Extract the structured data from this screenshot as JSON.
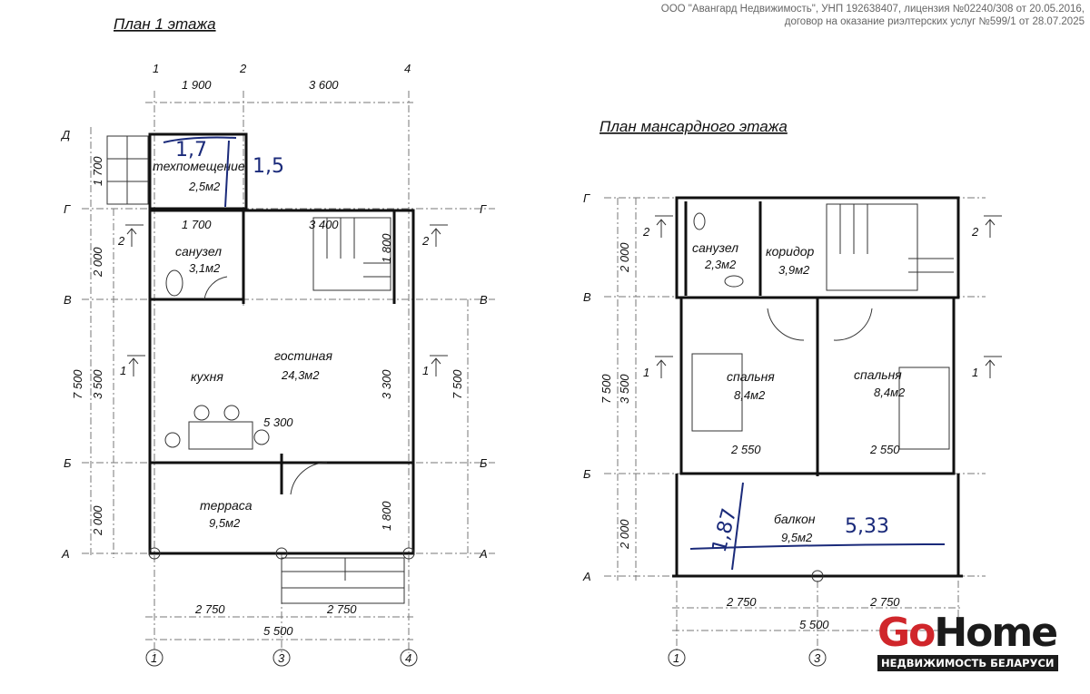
{
  "license": {
    "line1": "ООО \"Авангард Недвижимость\", УНП 192638407, лицензия №02240/308 от 20.05.2016,",
    "line2": "договор на оказание риэлтерских услуг №599/1 от 28.07.2025"
  },
  "floor1": {
    "title": "План 1 этажа",
    "axes": {
      "c1": "1",
      "c2": "2",
      "c3": "3",
      "c4": "4",
      "rD": "Д",
      "rG": "Г",
      "rV": "В",
      "rB": "Б",
      "rA": "А",
      "rG2": "Г",
      "rV2": "В",
      "rB2": "Б",
      "rA2": "А",
      "c1b": "1",
      "c3b": "3",
      "c4b": "4"
    },
    "dims": {
      "top1": "1 900",
      "top2": "3 600",
      "left_d": "1 700",
      "left_g": "2 000",
      "left_v": "3 500",
      "left_b": "2 000",
      "left_total": "7 500",
      "right_total": "7 500",
      "in_1700": "1 700",
      "in_3400": "3 400",
      "in_1800": "1 800",
      "in_3300": "3 300",
      "in_5300": "5 300",
      "in_1800b": "1 800",
      "bot1": "2 750",
      "bot2": "2 750",
      "bot_total": "5 500"
    },
    "sections": {
      "s2l": "2",
      "s2r": "2",
      "s1l": "1",
      "s1r": "1"
    },
    "rooms": [
      {
        "name": "техпомещение",
        "area": "2,5м2"
      },
      {
        "name": "санузел",
        "area": "3,1м2"
      },
      {
        "name": "гостиная",
        "area": "24,3м2"
      },
      {
        "name": "кухня",
        "area": ""
      },
      {
        "name": "терраса",
        "area": "9,5м2"
      }
    ],
    "handwritten": {
      "w": "1,7",
      "h": "1,5"
    }
  },
  "floor2": {
    "title": "План мансардного этажа",
    "axes": {
      "rG": "Г",
      "rV": "В",
      "rB": "Б",
      "rA": "А",
      "c1": "1",
      "c3": "3"
    },
    "dims": {
      "left_g": "2 000",
      "left_v": "3 500",
      "left_b": "2 000",
      "left_total": "7 500",
      "in_2550a": "2 550",
      "in_2550b": "2 550",
      "bot1": "2 750",
      "bot2": "2 750",
      "bot_total": "5 500"
    },
    "sections": {
      "s2l": "2",
      "s2r": "2",
      "s1l": "1",
      "s1r": "1"
    },
    "rooms": [
      {
        "name": "санузел",
        "area": "2,3м2"
      },
      {
        "name": "коридор",
        "area": "3,9м2"
      },
      {
        "name": "спальня",
        "area": "8,4м2"
      },
      {
        "name": "спальня",
        "area": "8,4м2"
      },
      {
        "name": "балкон",
        "area": "9,5м2"
      }
    ],
    "handwritten": {
      "h": "1,87",
      "w": "5,33"
    }
  },
  "logo": {
    "go": "Go",
    "home": "Home",
    "tagline": "НЕДВИЖИМОСТЬ БЕЛАРУСИ"
  }
}
